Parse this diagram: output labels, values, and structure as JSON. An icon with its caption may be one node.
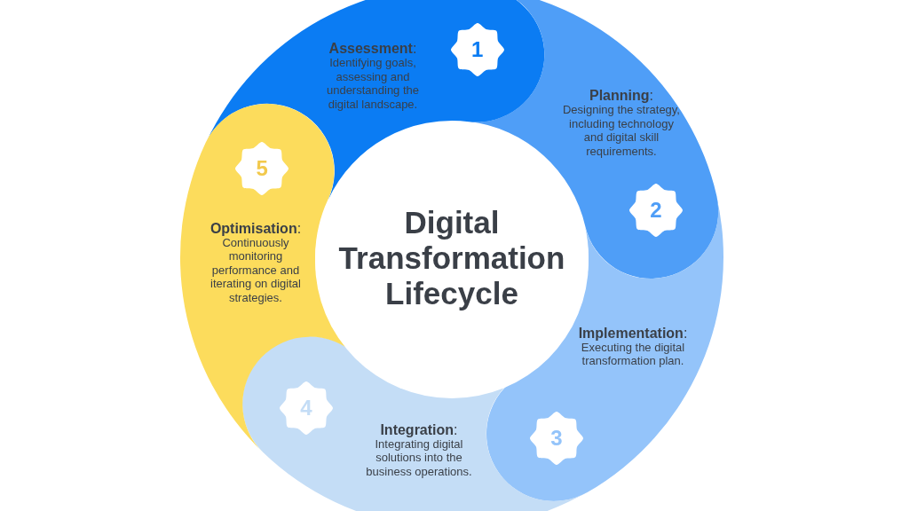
{
  "diagram": {
    "nodes": [
      {
        "text": [
          "**Assessment**:",
          "Identifying goals, assessing and understanding the digital landscape."
        ]
      },
      {
        "text": [
          "1"
        ],
        "in": 0
      },
      {
        "text": [
          "**Planning**:",
          "Designing the strategy, including technology and digital skill requirements."
        ]
      },
      {
        "text": [
          "2"
        ],
        "in": 2
      },
      {
        "text": [
          "**Implementation**:",
          "Executing the digital transformation plan."
        ]
      },
      {
        "text": [
          "3"
        ],
        "in": 4
      },
      {
        "text": [
          "**Integration**:",
          "Integrating digital solutions into the business operations."
        ]
      },
      {
        "text": [
          "4"
        ],
        "in": 6
      },
      {
        "text": [
          "**Optimisation**:",
          "Continuously monitoring performance and iterating on digital strategies."
        ]
      },
      {
        "text": [
          "5"
        ],
        "in": 8
      },
      {
        "text": [
          "Digital Transformation Lifecycle"
        ]
      }
    ]
  }
}
